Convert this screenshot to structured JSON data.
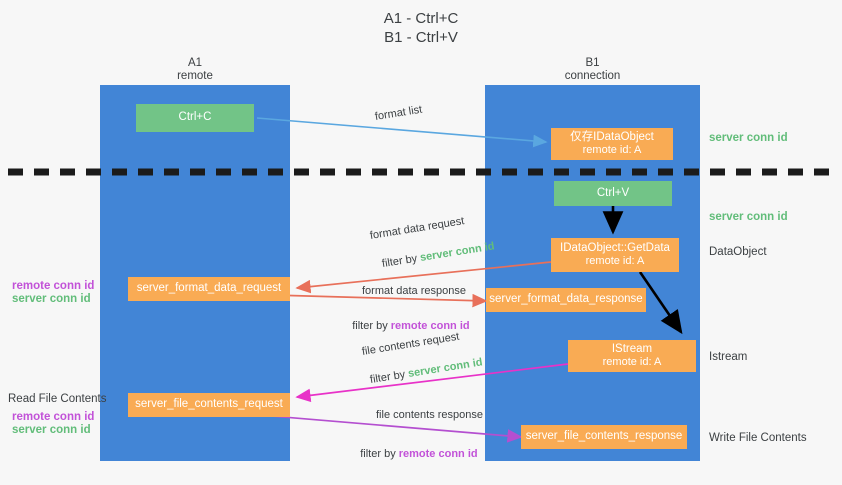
{
  "title": "A1 - Ctrl+C\nB1 - Ctrl+V",
  "lanes": {
    "left": {
      "name": "A1",
      "sub": "remote",
      "header": "A1\nremote"
    },
    "right": {
      "name": "B1",
      "sub": "connection",
      "header": "B1\nconnection"
    }
  },
  "colors": {
    "lane": "#4285d6",
    "green_box": "#72c487",
    "orange_box": "#f9ab54",
    "server_conn": "#62bd7a",
    "remote_conn": "#c252d8",
    "format_list_arrow": "#5aa7e0",
    "format_data_arrow": "#e8705a",
    "file_contents_request_arrow": "#e832c8",
    "file_contents_response_arrow": "#b44fd0",
    "black_arrow": "#000000",
    "background": "#f7f7f7"
  },
  "boxes": {
    "ctrl_c": {
      "label": "Ctrl+C",
      "style": "green"
    },
    "ctrl_v": {
      "label": "Ctrl+V",
      "style": "green"
    },
    "idataobject": {
      "line1": "仅存IDataObject",
      "line2": "remote id: A",
      "style": "orange"
    },
    "getdata": {
      "line1": "IDataObject::GetData",
      "line2": "remote id: A",
      "style": "orange"
    },
    "istream": {
      "line1": "IStream",
      "line2": "remote id: A",
      "style": "orange"
    },
    "server_format_data_request": {
      "label": "server_format_data_request",
      "style": "orange"
    },
    "server_format_data_response": {
      "label": "server_format_data_response",
      "style": "orange"
    },
    "server_file_contents_request": {
      "label": "server_file_contents_request",
      "style": "orange"
    },
    "server_file_contents_response": {
      "label": "server_file_contents_response",
      "style": "orange"
    }
  },
  "right_labels": {
    "server_conn_top": "server conn id",
    "server_conn_mid": "server conn id",
    "dataobject": "DataObject",
    "istream": "Istream",
    "write_file_contents": "Write File Contents"
  },
  "left_labels": {
    "format_remote": "remote conn id",
    "format_server": "server conn id",
    "read_file_contents": "Read File Contents",
    "file_remote": "remote conn id",
    "file_server": "server conn id"
  },
  "arrow_captions": {
    "format_list": "format list",
    "format_data_request": "format data request",
    "format_data_request_filter_prefix": "filter by ",
    "format_data_request_filter_value": "server conn id",
    "format_data_response": "format data response",
    "format_data_response_filter_prefix": "filter by ",
    "format_data_response_filter_value": "remote conn id",
    "file_contents_request": "file contents request",
    "file_contents_request_filter_prefix": "filter by ",
    "file_contents_request_filter_value": "server conn id",
    "file_contents_response": "file contents response",
    "file_contents_response_filter_prefix": "filter by ",
    "file_contents_response_filter_value": "remote conn id"
  }
}
